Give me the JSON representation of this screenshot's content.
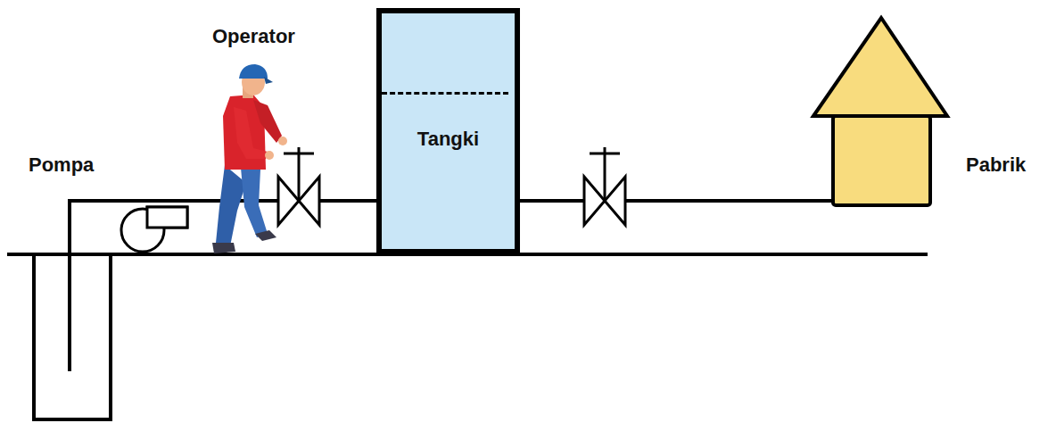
{
  "diagram": {
    "nodes": [
      {
        "text": [
          "Pompa"
        ]
      },
      {
        "text": [
          "Tangki"
        ]
      },
      {
        "text": [
          "Pabrik"
        ]
      }
    ],
    "edges": [
      {
        "from": 0,
        "to": 1,
        "arrow": "none"
      },
      {
        "from": 1,
        "to": 2,
        "arrow": "none"
      }
    ],
    "labels": [
      "Operator"
    ]
  }
}
